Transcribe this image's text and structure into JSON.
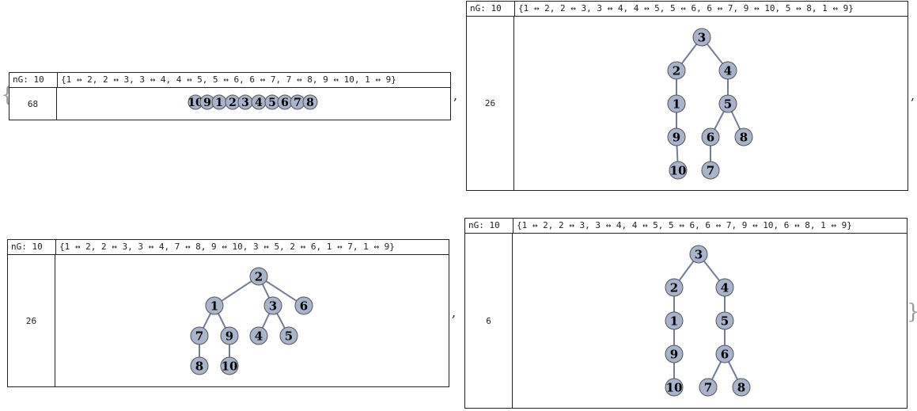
{
  "outer": {
    "open_brace": "{",
    "close_brace": "}",
    "separator": ","
  },
  "graphs": [
    {
      "label": "nG: 10",
      "edges": "{1 ↔ 2, 2 ↔ 3, 3 ↔ 4, 4 ↔ 5, 5 ↔ 6, 6 ↔ 7, 7 ↔ 8, 9 ↔ 10, 1 ↔ 9}",
      "score": "68",
      "nodes": [
        "10",
        "9",
        "1",
        "2",
        "3",
        "4",
        "5",
        "6",
        "7",
        "8"
      ],
      "edge_list": [
        [
          "1",
          "2"
        ],
        [
          "2",
          "3"
        ],
        [
          "3",
          "4"
        ],
        [
          "4",
          "5"
        ],
        [
          "5",
          "6"
        ],
        [
          "6",
          "7"
        ],
        [
          "7",
          "8"
        ],
        [
          "9",
          "10"
        ],
        [
          "1",
          "9"
        ]
      ]
    },
    {
      "label": "nG: 10",
      "edges": "{1 ↔ 2, 2 ↔ 3, 3 ↔ 4, 4 ↔ 5, 5 ↔ 6, 6 ↔ 7, 9 ↔ 10, 5 ↔ 8, 1 ↔ 9}",
      "score": "26",
      "nodes": [
        "1",
        "2",
        "3",
        "4",
        "5",
        "6",
        "7",
        "8",
        "9",
        "10"
      ],
      "edge_list": [
        [
          "1",
          "2"
        ],
        [
          "2",
          "3"
        ],
        [
          "3",
          "4"
        ],
        [
          "4",
          "5"
        ],
        [
          "5",
          "6"
        ],
        [
          "6",
          "7"
        ],
        [
          "9",
          "10"
        ],
        [
          "5",
          "8"
        ],
        [
          "1",
          "9"
        ]
      ]
    },
    {
      "label": "nG: 10",
      "edges": "{1 ↔ 2, 2 ↔ 3, 3 ↔ 4, 7 ↔ 8, 9 ↔ 10, 3 ↔ 5, 2 ↔ 6, 1 ↔ 7, 1 ↔ 9}",
      "score": "26",
      "nodes": [
        "1",
        "2",
        "3",
        "4",
        "5",
        "6",
        "7",
        "8",
        "9",
        "10"
      ],
      "edge_list": [
        [
          "1",
          "2"
        ],
        [
          "2",
          "3"
        ],
        [
          "3",
          "4"
        ],
        [
          "7",
          "8"
        ],
        [
          "9",
          "10"
        ],
        [
          "3",
          "5"
        ],
        [
          "2",
          "6"
        ],
        [
          "1",
          "7"
        ],
        [
          "1",
          "9"
        ]
      ]
    },
    {
      "label": "nG: 10",
      "edges": "{1 ↔ 2, 2 ↔ 3, 3 ↔ 4, 4 ↔ 5, 5 ↔ 6, 6 ↔ 7, 9 ↔ 10, 6 ↔ 8, 1 ↔ 9}",
      "score": "6",
      "nodes": [
        "1",
        "2",
        "3",
        "4",
        "5",
        "6",
        "7",
        "8",
        "9",
        "10"
      ],
      "edge_list": [
        [
          "1",
          "2"
        ],
        [
          "2",
          "3"
        ],
        [
          "3",
          "4"
        ],
        [
          "4",
          "5"
        ],
        [
          "5",
          "6"
        ],
        [
          "6",
          "7"
        ],
        [
          "9",
          "10"
        ],
        [
          "6",
          "8"
        ],
        [
          "1",
          "9"
        ]
      ]
    }
  ],
  "style": {
    "node_fill": "#a8b4cc",
    "node_stroke": "#555555",
    "edge_color": "#6f7f99",
    "text_color": "#000000"
  }
}
